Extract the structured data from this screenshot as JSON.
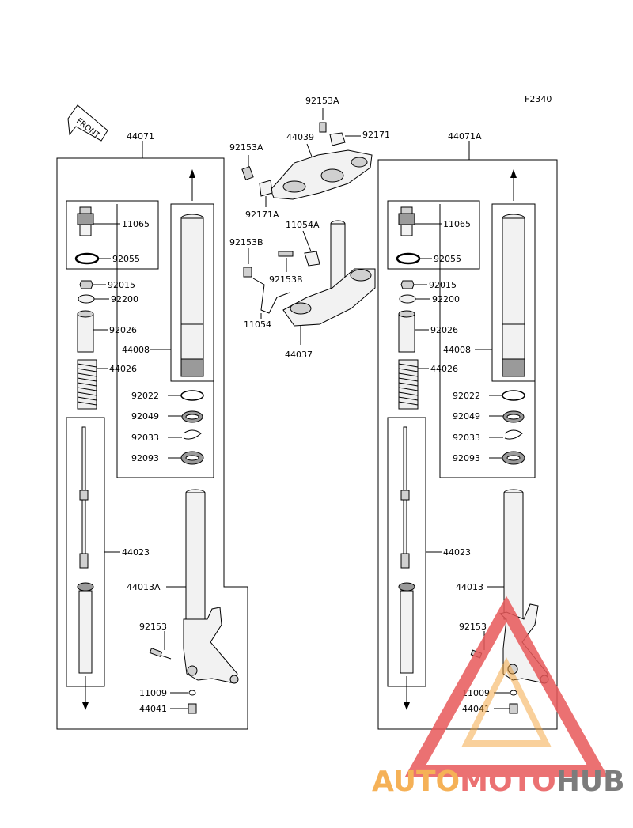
{
  "figure_code": "F2340",
  "front_label": "FRONT",
  "center": {
    "bolt_top": "92153A",
    "upper_bracket": "44039",
    "plate_top": "92171",
    "bolt_left": "92153A",
    "clamp_left": "92171A",
    "stem_bracket_A": "11054A",
    "bolt_stem": "92153B",
    "bolt_stem_2": "92153B",
    "bracket_lower": "11054",
    "lower_bracket": "44037"
  },
  "left_fork": {
    "assembly": "44071",
    "cap": "11065",
    "oring": "92055",
    "nut": "92015",
    "washer": "92200",
    "spacer": "92026",
    "spring": "44026",
    "inner_tube": "44008",
    "ring": "92022",
    "oil_seal": "92049",
    "circlip": "92033",
    "dust_seal": "92093",
    "damper": "44023",
    "outer_tube": "44013A",
    "bolt": "92153",
    "gasket": "11009",
    "drain_bolt": "44041"
  },
  "right_fork": {
    "assembly": "44071A",
    "cap": "11065",
    "oring": "92055",
    "nut": "92015",
    "washer": "92200",
    "spacer": "92026",
    "spring": "44026",
    "inner_tube": "44008",
    "ring": "92022",
    "oil_seal": "92049",
    "circlip": "92033",
    "dust_seal": "92093",
    "damper": "44023",
    "outer_tube": "44013",
    "bolt": "92153",
    "gasket": "11009",
    "drain_bolt": "44041"
  },
  "watermark": {
    "auto": "AUTO",
    "moto": "MOTO",
    "hub": "HUB",
    "colors": {
      "auto": "#f4a43a",
      "moto": "#e8595a",
      "hub": "#666666",
      "triangle": "#e8595a"
    }
  }
}
